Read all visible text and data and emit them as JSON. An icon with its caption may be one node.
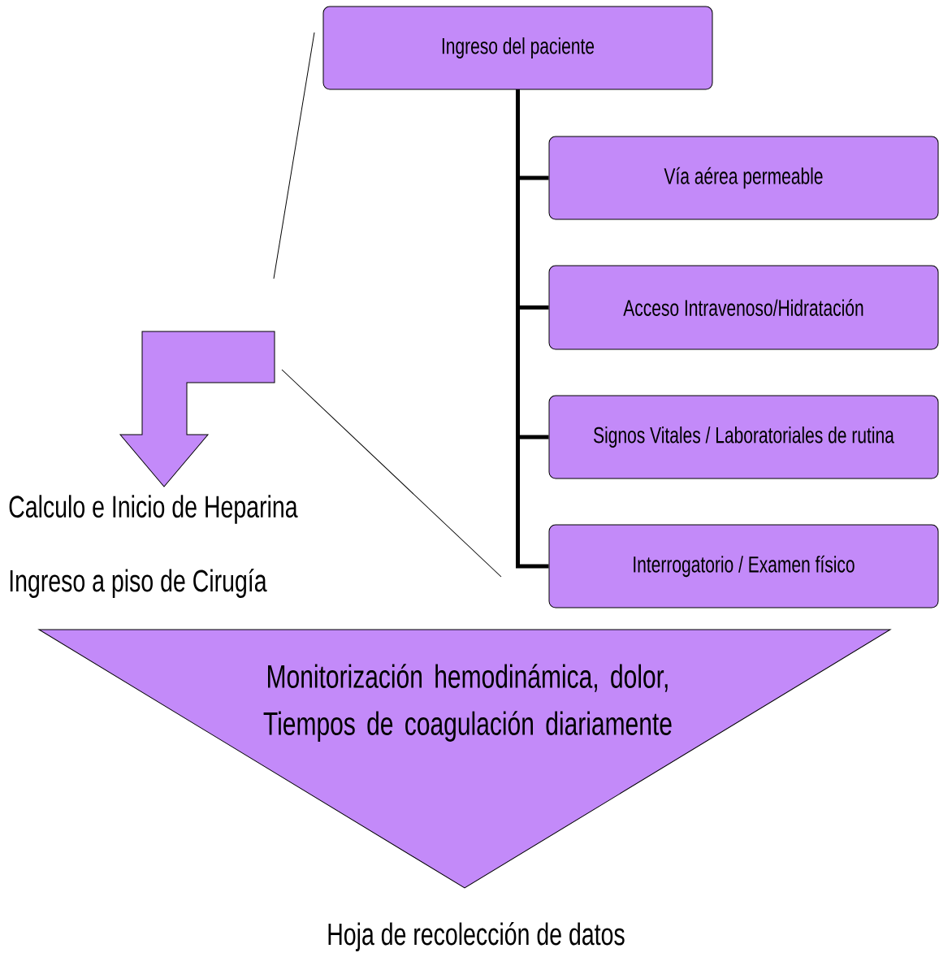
{
  "diagram": {
    "nodes": [
      {
        "text": [
          "Ingreso del paciente"
        ]
      },
      {
        "text": [
          "Vía aérea permeable"
        ]
      },
      {
        "text": [
          "Acceso Intravenoso/Hidratación"
        ]
      },
      {
        "text": [
          "Signos Vitales / Laboratoriales de rutina"
        ]
      },
      {
        "text": [
          "Interrogatorio / Examen físico"
        ]
      },
      {
        "text": [
          "Calculo e Inicio de Heparina"
        ]
      },
      {
        "text": [
          "Ingreso a piso de Cirugía"
        ]
      },
      {
        "text": [
          "Monitorización hemodinámica, dolor, Tiempos de coagulación diariamente"
        ]
      },
      {
        "text": [
          "Hoja de recolección de datos"
        ]
      }
    ],
    "edges": [
      {
        "from": 0,
        "to": 1,
        "arrow": "none"
      },
      {
        "from": 0,
        "to": 2,
        "arrow": "none"
      },
      {
        "from": 0,
        "to": 3,
        "arrow": "none"
      },
      {
        "from": 0,
        "to": 4,
        "arrow": "none"
      },
      {
        "from": null,
        "to": 5,
        "arrow": "to"
      }
    ]
  }
}
